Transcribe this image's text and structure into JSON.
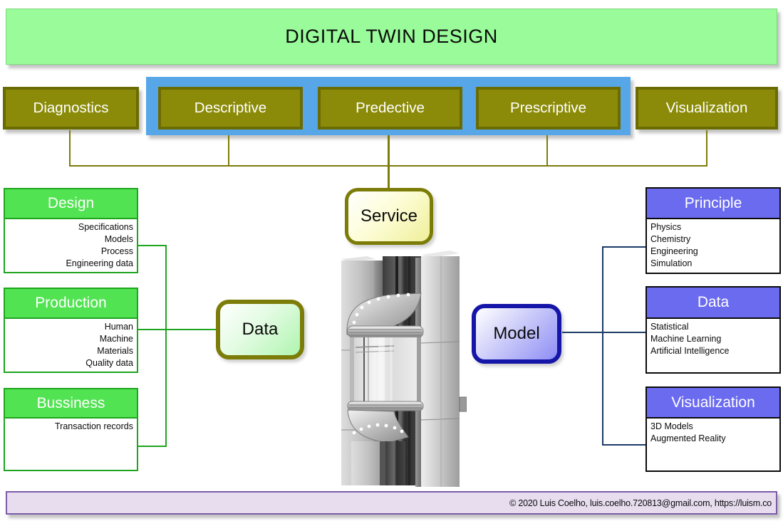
{
  "title": "DIGITAL TWIN DESIGN",
  "process_row": {
    "buttons": [
      {
        "label": "Diagnostics"
      },
      {
        "label": "Descriptive"
      },
      {
        "label": "Predective"
      },
      {
        "label": "Prescriptive"
      },
      {
        "label": "Visualization"
      }
    ]
  },
  "nodes": {
    "service": "Service",
    "data": "Data",
    "model": "Model"
  },
  "left_panels": [
    {
      "title": "Design",
      "items": [
        "Specifications",
        "Models",
        "Process",
        "Engineering data"
      ]
    },
    {
      "title": "Production",
      "items": [
        "Human",
        "Machine",
        "Materials",
        "Quality data"
      ]
    },
    {
      "title": "Bussiness",
      "items": [
        "Transaction records"
      ]
    }
  ],
  "right_panels": [
    {
      "title": "Principle",
      "items": [
        "Physics",
        "Chemistry",
        "Engineering",
        "Simulation"
      ]
    },
    {
      "title": "Data",
      "items": [
        "Statistical",
        "Machine Learning",
        "Artificial Intelligence"
      ]
    },
    {
      "title": "Visualization",
      "items": [
        "3D Models",
        "Augmented Reality"
      ]
    }
  ],
  "center_image": {
    "alt": "Panoramic glass elevator 3D render"
  },
  "footer": {
    "text": "© 2020 Luis Coelho, luis.coelho.720813@gmail.com, https://luism.co"
  },
  "colors": {
    "banner_green": "#99FB99",
    "button_olive": "#8B8B09",
    "button_border": "#6B6B04",
    "group_blue": "#57A7E8",
    "connector_olive": "#7C7C08",
    "panel_header_green": "#52E352",
    "connector_green": "#1FA51F",
    "panel_header_blue": "#6B6BF0",
    "connector_navy": "#1B3A66",
    "service_fill": "#EFEF9A",
    "data_fill": "#AFF5AF",
    "model_fill": "#8E8EF5",
    "model_border": "#1515A8",
    "footer_bg": "#E7DDEF",
    "footer_border": "#7B5CA6"
  }
}
